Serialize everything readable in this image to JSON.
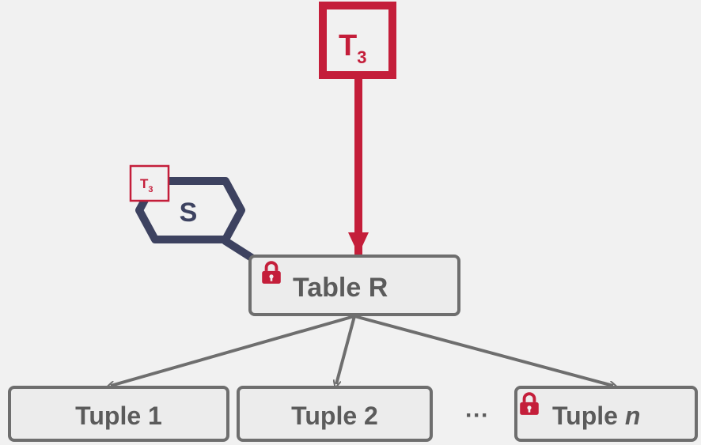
{
  "colors": {
    "background": "#f1f1f1",
    "box_fill": "#ececec",
    "box_stroke": "#6e6e6e",
    "text": "#5b5b5b",
    "txn_red": "#c41e3a",
    "lock_navy": "#3d4260"
  },
  "transaction": {
    "letter": "T",
    "subscript": "3"
  },
  "lock_badge": {
    "letter": "T",
    "subscript": "3"
  },
  "lock": {
    "mode": "S"
  },
  "table": {
    "label": "Table R",
    "locked": true
  },
  "tuples": [
    {
      "prefix": "Tuple",
      "suffix": "1",
      "suffix_italic": false,
      "locked": false
    },
    {
      "prefix": "Tuple",
      "suffix": "2",
      "suffix_italic": false,
      "locked": false
    },
    {
      "prefix": "Tuple",
      "suffix": "n",
      "suffix_italic": true,
      "locked": true
    }
  ],
  "ellipsis": "···",
  "icons": [
    "lock-icon"
  ]
}
